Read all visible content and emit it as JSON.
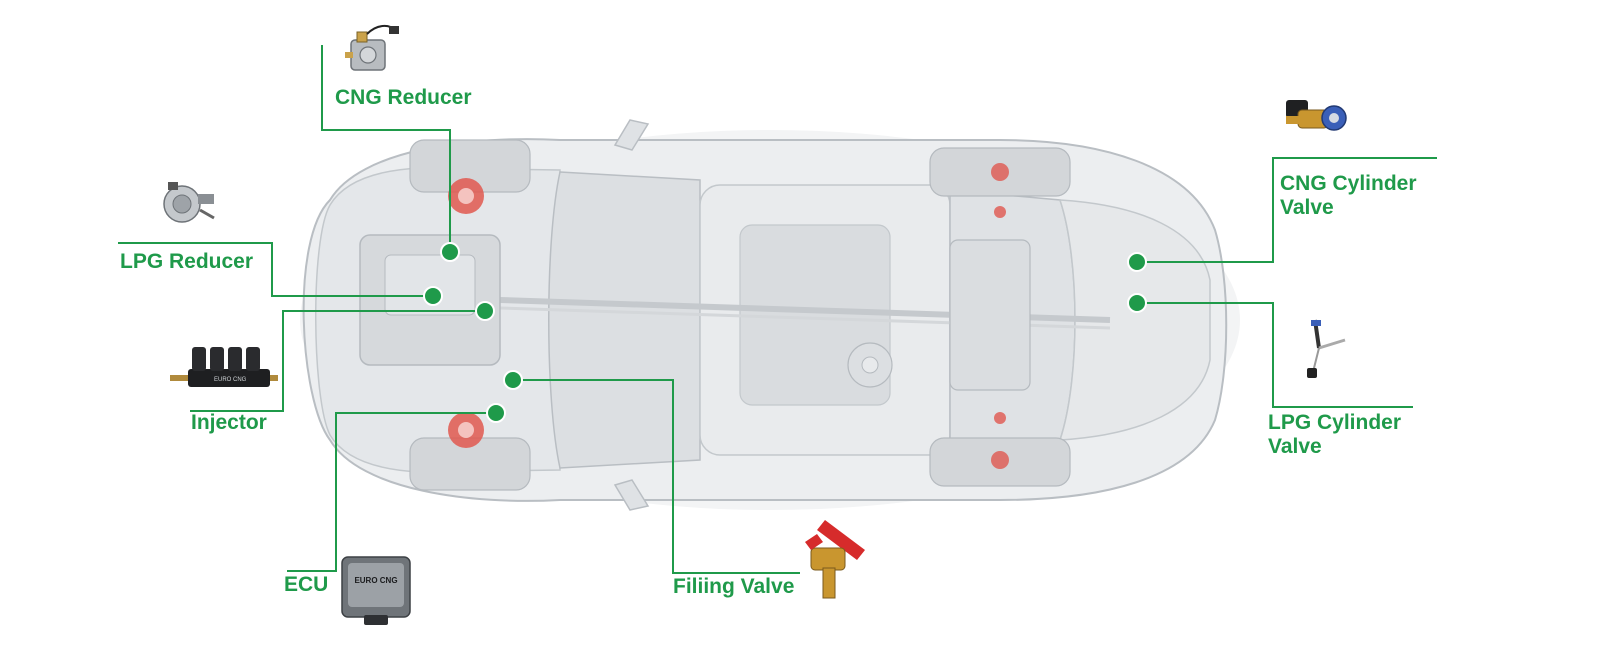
{
  "labels": {
    "cng_reducer": "CNG Reducer",
    "lpg_reducer": "LPG Reducer",
    "injector": "Injector",
    "ecu": "ECU",
    "filling_valve": "Filiing Valve",
    "cng_cylinder_valve_line1": "CNG Cylinder",
    "cng_cylinder_valve_line2": "Valve",
    "lpg_cylinder_valve_line1": "LPG Cylinder",
    "lpg_cylinder_valve_line2": "Valve"
  },
  "ecu_device_text": "EURO CNG",
  "injector_device_text": "EURO CNG",
  "colors": {
    "accent_green": "#1f9a4a",
    "car_body": "#e6e8ea",
    "car_outline": "#b9bec3",
    "brake_red": "#e0584f"
  },
  "icons": [
    "cng-reducer-icon",
    "lpg-reducer-icon",
    "injector-icon",
    "ecu-icon",
    "filling-valve-icon",
    "cng-cylinder-valve-icon",
    "lpg-cylinder-valve-icon"
  ]
}
